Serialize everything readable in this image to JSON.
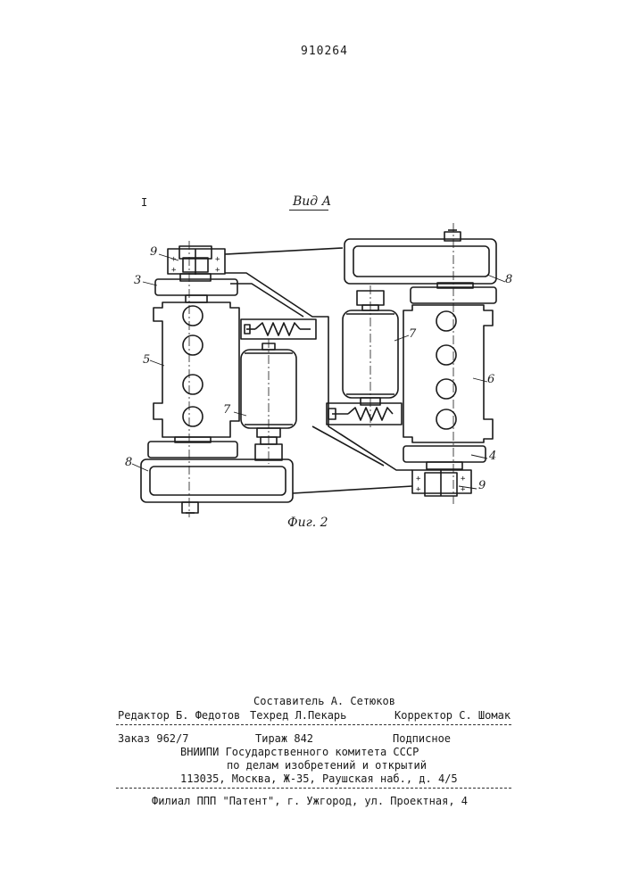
{
  "document_number": "910264",
  "figure": {
    "view_label": "Вид А",
    "caption": "Фиг. 2",
    "margin_mark": "I",
    "labels": {
      "l9a": "9",
      "l3": "3",
      "l5": "5",
      "l7a": "7",
      "l8a": "8",
      "l8b": "8",
      "l7b": "7",
      "l6": "6",
      "l4": "4",
      "l9b": "9"
    }
  },
  "imprint": {
    "compiler": "Составитель А. Сетюков",
    "editor": "Редактор Б. Федотов",
    "techred": "Техред Л.Пекарь",
    "corrector": "Корректор С. Шомак",
    "order": "Заказ 962/7",
    "circulation": "Тираж 842",
    "subscription": "Подписное",
    "org_line1": "ВНИИПИ Государственного комитета СССР",
    "org_line2": "по делам изобретений и открытий",
    "address": "113035, Москва, Ж-35, Раушская наб., д. 4/5",
    "branch": "Филиал ППП \"Патент\", г. Ужгород, ул. Проектная, 4"
  }
}
